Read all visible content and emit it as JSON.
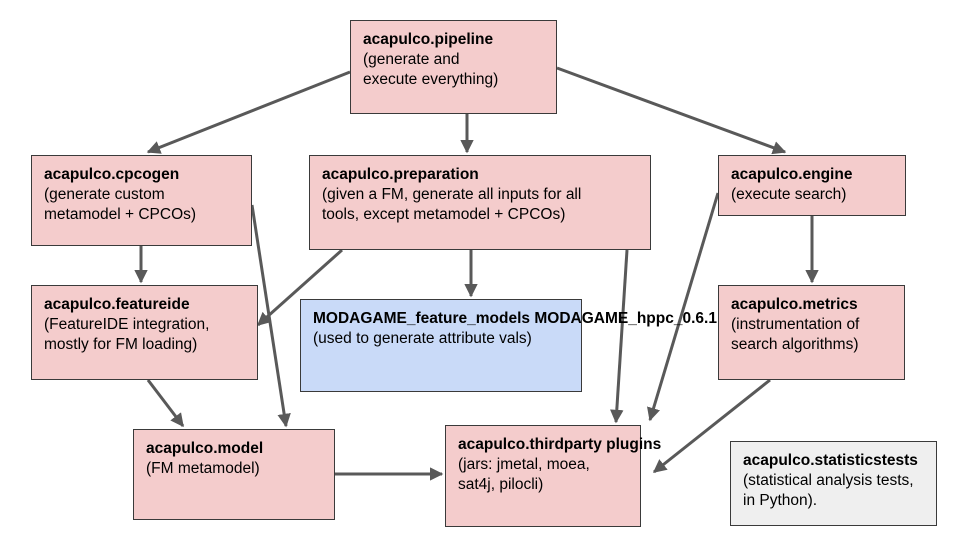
{
  "nodes": {
    "pipeline": {
      "title": "acapulco.pipeline",
      "desc": [
        "(generate and",
        "execute everything)"
      ]
    },
    "cpcogen": {
      "title": "acapulco.cpcogen",
      "desc": [
        "(generate custom",
        "metamodel + CPCOs)"
      ]
    },
    "preparation": {
      "title": "acapulco.preparation",
      "desc": [
        "(given a FM, generate all inputs for all",
        "tools, except metamodel + CPCOs)"
      ]
    },
    "engine": {
      "title": "acapulco.engine",
      "desc": [
        "(execute search)"
      ]
    },
    "featureide": {
      "title": "acapulco.featureide",
      "desc": [
        "(FeatureIDE integration,",
        "mostly for FM loading)"
      ]
    },
    "modagame": {
      "title_lines": [
        "MODAGAME_feature_models",
        "MODAGAME_hppc_0.6.1"
      ],
      "desc": [
        "(used to generate attribute vals)"
      ]
    },
    "metrics": {
      "title": "acapulco.metrics",
      "desc": [
        "(instrumentation of",
        "search algorithms)"
      ]
    },
    "model": {
      "title": "acapulco.model",
      "desc": [
        "(FM metamodel)"
      ]
    },
    "thirdparty": {
      "title_lines": [
        "acapulco.thirdparty",
        "plugins"
      ],
      "desc": [
        "(jars: jmetal, moea,",
        "sat4j, pilocli)"
      ]
    },
    "statisticstests": {
      "title": "acapulco.statisticstests",
      "desc": [
        "(statistical analysis tests,",
        "in Python)."
      ]
    }
  },
  "colors": {
    "component": "#f4cccc",
    "external": "#c9daf8",
    "standalone": "#efefef",
    "arrow": "#595959"
  }
}
